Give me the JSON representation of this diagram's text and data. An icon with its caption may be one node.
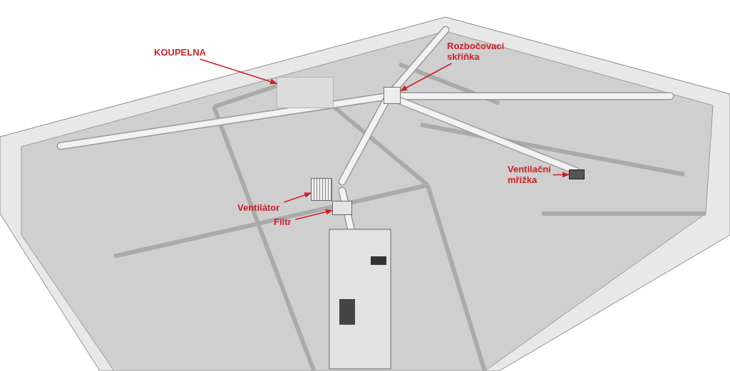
{
  "diagram": {
    "nodes": [
      {
        "text": [
          "KOUPELNA"
        ]
      },
      {
        "text": [
          "Rozbočovací skříňka"
        ]
      },
      {
        "text": [
          "Ventilační mřížka"
        ]
      },
      {
        "text": [
          "Ventilátor"
        ]
      },
      {
        "text": [
          "Filtr"
        ]
      },
      {
        "text": [],
        "shape": "box"
      },
      {
        "text": [],
        "shape": "box"
      },
      {
        "text": [],
        "shape": "box"
      },
      {
        "text": [],
        "shape": "box"
      },
      {
        "text": [],
        "shape": "box"
      }
    ],
    "edges": [
      {
        "from": 0,
        "to": 5,
        "arrow": "to"
      },
      {
        "from": 1,
        "to": 6,
        "arrow": "to"
      },
      {
        "from": 2,
        "to": 7,
        "arrow": "to"
      },
      {
        "from": 3,
        "to": 8,
        "arrow": "to"
      },
      {
        "from": 4,
        "to": 9,
        "arrow": "to"
      }
    ]
  }
}
